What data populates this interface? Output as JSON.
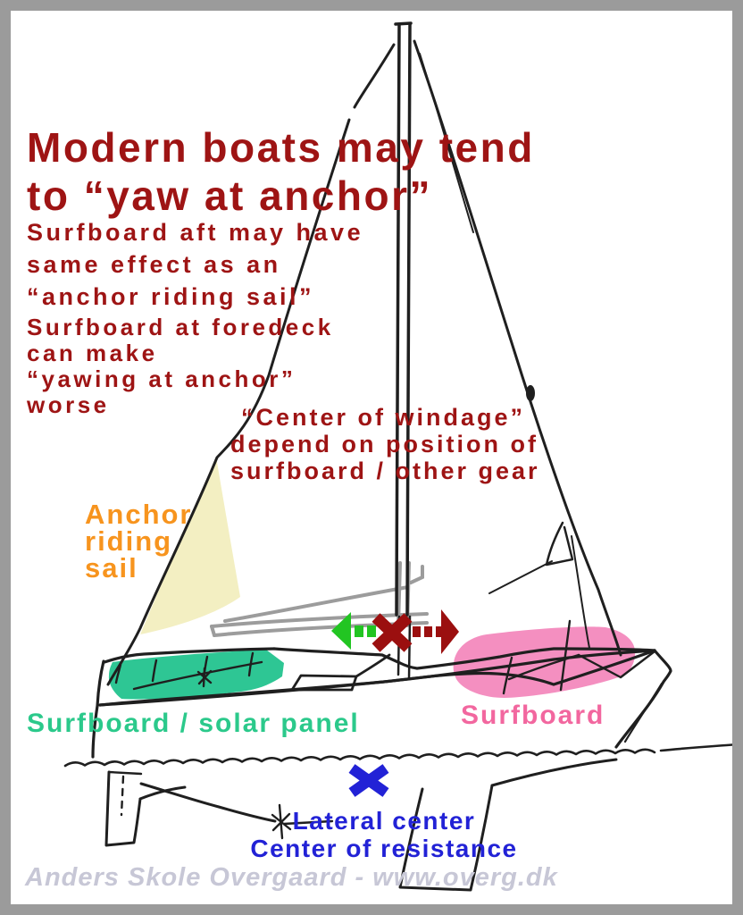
{
  "title": {
    "line1": "Modern boats may tend",
    "line2": "to “yaw at anchor”",
    "color": "#9e1414"
  },
  "notes": {
    "surfboard_aft": {
      "line1": "Surfboard aft may have",
      "line2": "same effect as an",
      "line3": "“anchor riding sail”"
    },
    "surfboard_foredeck": {
      "line1": "Surfboard at foredeck",
      "line2": "can make",
      "line3": "“yawing at anchor”",
      "line4": "worse"
    },
    "center_of_windage": {
      "line1": "“Center of windage”",
      "line2": "depend on position of",
      "line3": "surfboard / other gear"
    }
  },
  "labels": {
    "anchor_riding_sail": {
      "line1": "Anchor",
      "line2": "riding",
      "line3": "sail",
      "color": "#f7941e"
    },
    "surfboard_solar_panel": {
      "text": "Surfboard / solar panel",
      "color": "#2bc98b"
    },
    "surfboard_foredeck": {
      "text": "Surfboard",
      "color": "#f2679f"
    },
    "lateral_center": {
      "line1": "Lateral center",
      "line2": "Center of resistance",
      "color": "#2222d6"
    }
  },
  "markers": {
    "center_of_windage_x": {
      "symbol": "X",
      "color": "#9b0f0f"
    },
    "aft_shift_arrow": {
      "direction": "left",
      "style": "dashed",
      "color": "#22c522"
    },
    "forward_shift_arrow": {
      "direction": "right",
      "style": "dashed",
      "color": "#9b0f0f"
    },
    "lateral_center_x": {
      "symbol": "X",
      "color": "#2222d6"
    }
  },
  "diagram_colors": {
    "frame_border": "#9b9b9b",
    "canvas_bg": "#ffffff",
    "ink": "#1f1f1f",
    "rigging_gray": "#9c9c9c",
    "anchor_sail_fill": "#f3efc2",
    "surfboard_solar_fill": "#2ec694",
    "surfboard_fill": "#f48fc0"
  },
  "footer": {
    "text": "Anders Skole Overgaard - www.overg.dk",
    "color": "#c7c7d6"
  }
}
